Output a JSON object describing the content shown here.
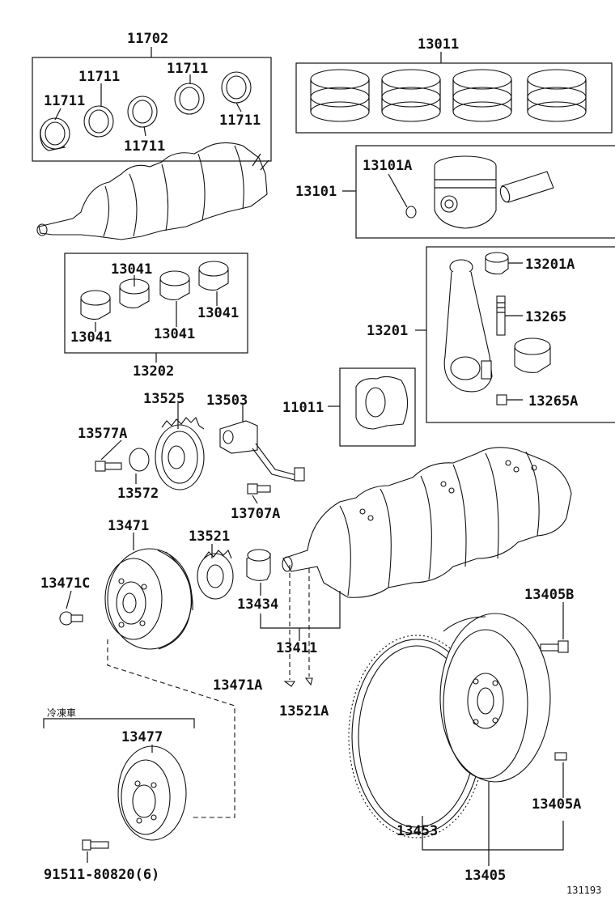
{
  "diagram_id": "131193",
  "note": {
    "text": "冷凍車"
  },
  "labels": {
    "p11702": "11702",
    "p11711_a": "11711",
    "p11711_b": "11711",
    "p11711_c": "11711",
    "p11711_d": "11711",
    "p11711_e": "11711",
    "p13011": "13011",
    "p13101": "13101",
    "p13101A": "13101A",
    "p13041_a": "13041",
    "p13041_b": "13041",
    "p13041_c": "13041",
    "p13041_d": "13041",
    "p13202": "13202",
    "p13201": "13201",
    "p13201A": "13201A",
    "p13265": "13265",
    "p13265A": "13265A",
    "p11011": "11011",
    "p13525": "13525",
    "p13503": "13503",
    "p13577A": "13577A",
    "p13572": "13572",
    "p13707A": "13707A",
    "p13471": "13471",
    "p13521": "13521",
    "p13471C": "13471C",
    "p13434": "13434",
    "p13411": "13411",
    "p13405B": "13405B",
    "p13471A": "13471A",
    "p13521A": "13521A",
    "p13477": "13477",
    "p91511": "91511-80820(6)",
    "p13453": "13453",
    "p13405A": "13405A",
    "p13405": "13405"
  }
}
